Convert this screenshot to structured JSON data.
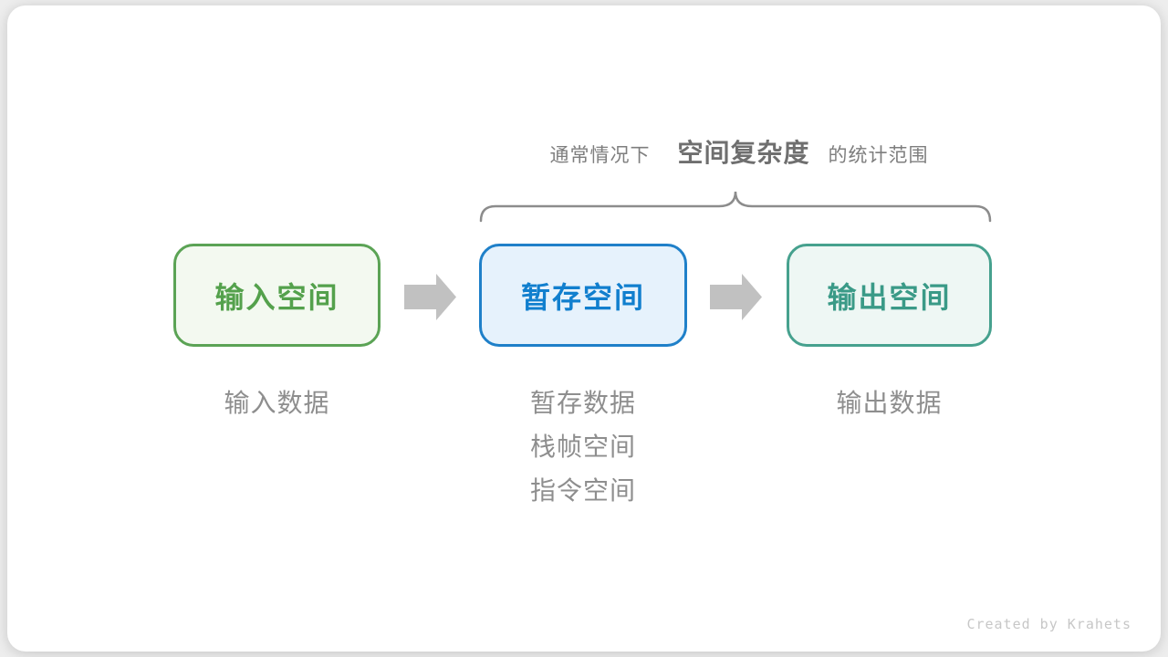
{
  "caption": {
    "prefix": "通常情况下",
    "highlight": "空间复杂度",
    "suffix": "的统计范围"
  },
  "diagram": {
    "boxes": [
      {
        "id": "input-space",
        "label": "输入空间",
        "border": "#5ba355",
        "background": "#f3f9f0",
        "text_color": "#54a14c"
      },
      {
        "id": "buffer-space",
        "label": "暂存空间",
        "border": "#1f80c9",
        "background": "#e6f2fc",
        "text_color": "#117fce"
      },
      {
        "id": "output-space",
        "label": "输出空间",
        "border": "#46a18e",
        "background": "#eef7f4",
        "text_color": "#3a9a87"
      }
    ],
    "sublabels": {
      "input": [
        "输入数据"
      ],
      "buffer": [
        "暂存数据",
        "栈帧空间",
        "指令空间"
      ],
      "output": [
        "输出数据"
      ]
    }
  },
  "colors": {
    "page_background": "#ededed",
    "card_background": "#ffffff",
    "caption_text": "#7e7e7e",
    "caption_highlight": "#6f6f6f",
    "sublabel_text": "#8e8e8e",
    "arrow": "#c1c1c1",
    "brace": "#8c8c8c",
    "watermark_text": "#c7c7c7"
  },
  "footer": {
    "watermark": "Created by Krahets"
  }
}
